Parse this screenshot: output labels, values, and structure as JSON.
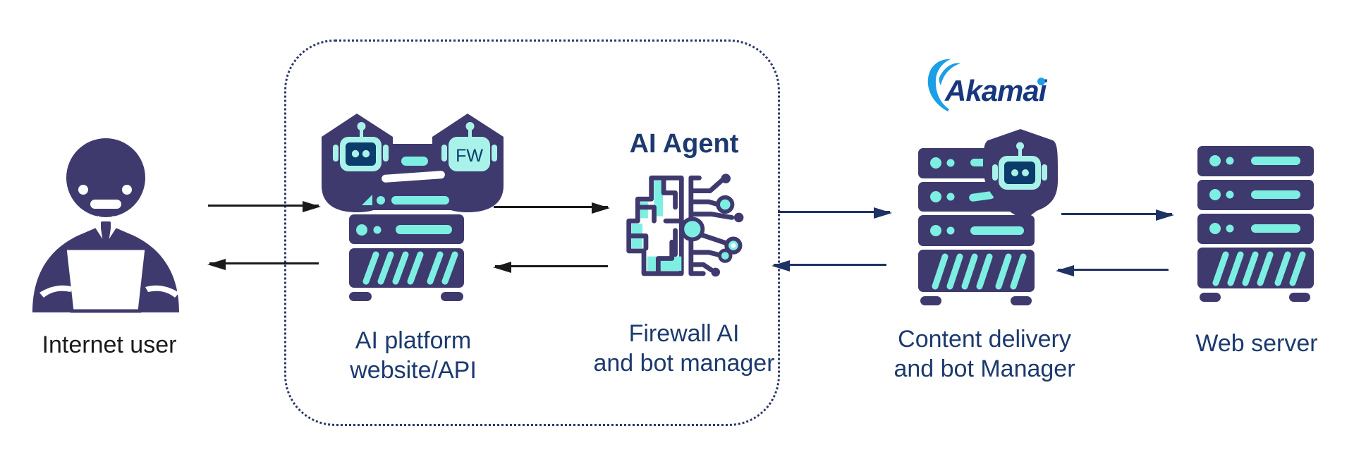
{
  "colors": {
    "purple": "#3F3A6E",
    "aqua": "#7DEFE2",
    "aqualight": "#A9F2EA",
    "face": "#0B3C6C",
    "labelnavy": "#1C3A6E",
    "textblack": "#1A1A1A",
    "arrowblack": "#1A1A1A",
    "arrownavy": "#1E3264",
    "dotted": "#2A3868",
    "akamaiblue": "#1B9FE6",
    "akamainavy": "#17377E"
  },
  "icons": {
    "internet_user": "person-at-laptop-icon",
    "ai_platform": "server-with-robot-and-firewall-shields-icon",
    "ai_agent": "circuit-brain-icon",
    "akamai_cdn": "server-with-robot-shield-icon",
    "web_server": "server-rack-icon",
    "akamai_logo": "akamai-swoosh-logo"
  },
  "nodes": {
    "internet_user": {
      "label": "Internet user"
    },
    "ai_platform": {
      "label_line1": "AI platform",
      "label_line2": "website/API",
      "fw_badge": "FW"
    },
    "ai_agent": {
      "title": "AI Agent",
      "label_line1": "Firewall AI",
      "label_line2": "and bot manager"
    },
    "akamai_cdn": {
      "brand": "Akamai",
      "label_line1": "Content delivery",
      "label_line2": "and bot Manager"
    },
    "web_server": {
      "label": "Web server"
    }
  }
}
